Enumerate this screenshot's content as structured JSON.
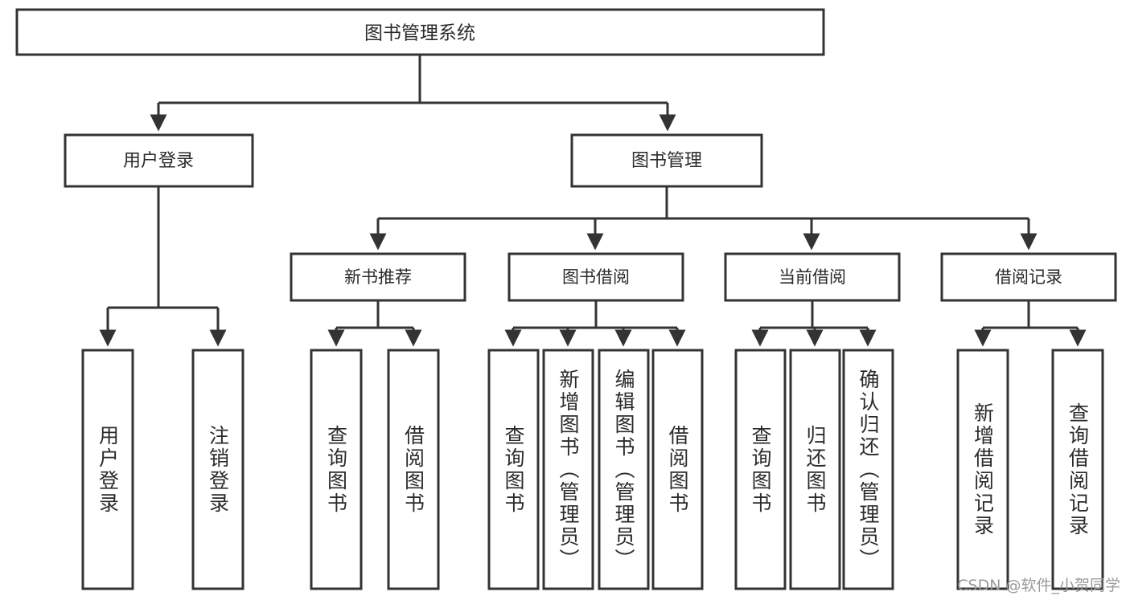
{
  "diagram": {
    "title": "图书管理系统",
    "type": "tree",
    "watermark": "CSDN @软件_小贺同学",
    "colors": {
      "stroke": "#333333",
      "fill": "#ffffff",
      "text": "#2b2b2b",
      "watermark": "#9a9a9a"
    },
    "root": {
      "label": "图书管理系统"
    },
    "level2": [
      {
        "label": "用户登录"
      },
      {
        "label": "图书管理"
      }
    ],
    "level3": [
      {
        "label": "新书推荐"
      },
      {
        "label": "图书借阅"
      },
      {
        "label": "当前借阅"
      },
      {
        "label": "借阅记录"
      }
    ],
    "leaves": {
      "user_login": [
        {
          "label": "用户登录"
        },
        {
          "label": "注销登录"
        }
      ],
      "new_book_recommend": [
        {
          "label": "查询图书"
        },
        {
          "label": "借阅图书"
        }
      ],
      "book_borrow": [
        {
          "label": "查询图书"
        },
        {
          "label": "新增图书（管理员）"
        },
        {
          "label": "编辑图书（管理员）"
        },
        {
          "label": "借阅图书"
        }
      ],
      "current_borrow": [
        {
          "label": "查询图书"
        },
        {
          "label": "归还图书"
        },
        {
          "label": "确认归还（管理员）"
        }
      ],
      "borrow_record": [
        {
          "label": "新增借阅记录"
        },
        {
          "label": "查询借阅记录"
        }
      ]
    }
  }
}
